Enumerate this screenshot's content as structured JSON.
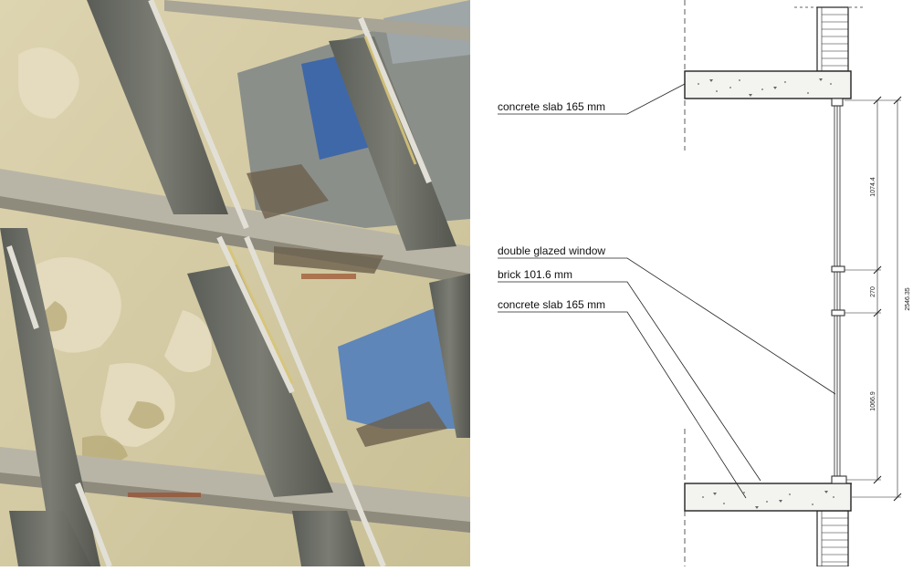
{
  "labels": {
    "slab_top": "concrete slab 165 mm",
    "window": "double glazed window",
    "brick": "brick 101.6 mm",
    "slab_bottom": "concrete slab 165 mm"
  },
  "dimensions": {
    "upper": "1074.4",
    "middle": "270",
    "lower": "1066.9",
    "total": "2546.35"
  },
  "colors": {
    "concrete_fill": "#f3f3f0",
    "photo_wall": "#d8cfa6",
    "photo_column": "#6e6e66",
    "photo_blue": "#4a6fa5"
  }
}
